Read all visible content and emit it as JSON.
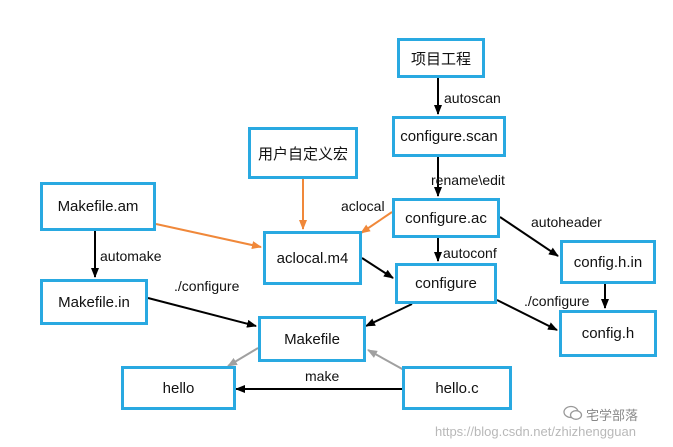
{
  "nodes": {
    "project": "项目工程",
    "configure_scan": "configure.scan",
    "user_macro": "用户自定义宏",
    "makefile_am": "Makefile.am",
    "configure_ac": "configure.ac",
    "aclocal_m4": "aclocal.m4",
    "configure": "configure",
    "config_h_in": "config.h.in",
    "makefile_in": "Makefile.in",
    "makefile": "Makefile",
    "config_h": "config.h",
    "hello": "hello",
    "hello_c": "hello.c"
  },
  "edge_labels": {
    "autoscan": "autoscan",
    "rename_edit": "rename\\edit",
    "aclocal": "aclocal",
    "autoheader": "autoheader",
    "automake": "automake",
    "autoconf": "autoconf",
    "configure_left": "./configure",
    "configure_right": "./configure",
    "make": "make"
  },
  "watermark": {
    "logo_text": "宅学部落",
    "url": "https://blog.csdn.net/zhizhengguan"
  },
  "colors": {
    "box_border": "#29a9e1",
    "arrow_black": "#000000",
    "arrow_orange": "#f0883a",
    "arrow_gray": "#a0a0a0"
  }
}
